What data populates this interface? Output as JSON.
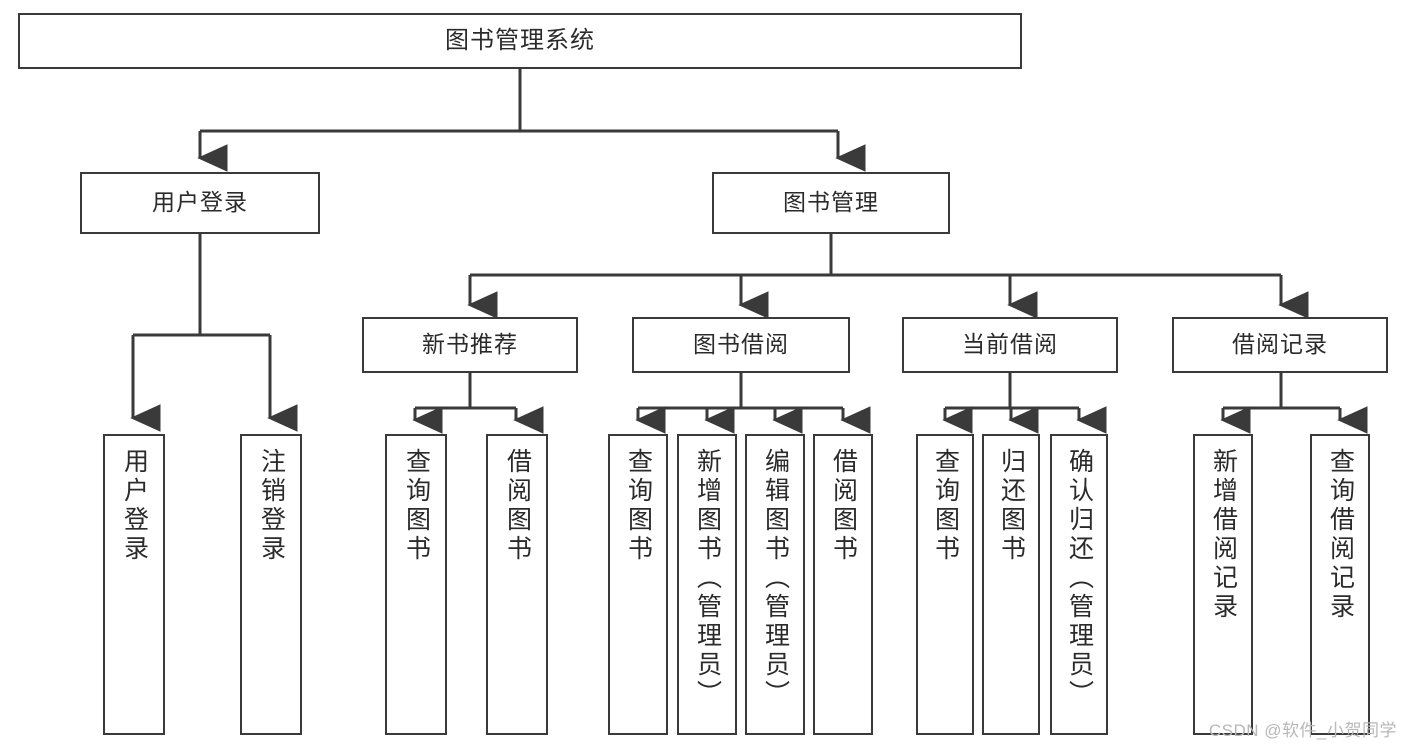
{
  "diagram": {
    "title": "图书管理系统",
    "watermark": "CSDN @软件_小贺同学",
    "line_color": "#3a3a3a",
    "text_color": "#2b2b2b",
    "background": "#ffffff"
  },
  "root": {
    "label": "图书管理系统"
  },
  "level2": [
    {
      "label": "用户登录"
    },
    {
      "label": "图书管理"
    }
  ],
  "level3": [
    {
      "label": "新书推荐"
    },
    {
      "label": "图书借阅"
    },
    {
      "label": "当前借阅"
    },
    {
      "label": "借阅记录"
    }
  ],
  "leaves": {
    "user_login": [
      {
        "label": "用户登录"
      },
      {
        "label": "注销登录"
      }
    ],
    "new_book": [
      {
        "label": "查询图书"
      },
      {
        "label": "借阅图书"
      }
    ],
    "book_borrow": [
      {
        "label": "查询图书"
      },
      {
        "label": "新增图书（管理员）"
      },
      {
        "label": "编辑图书（管理员）"
      },
      {
        "label": "借阅图书"
      }
    ],
    "current_borrow": [
      {
        "label": "查询图书"
      },
      {
        "label": "归还图书"
      },
      {
        "label": "确认归还（管理员）"
      }
    ],
    "borrow_record": [
      {
        "label": "新增借阅记录"
      },
      {
        "label": "查询借阅记录"
      }
    ]
  }
}
